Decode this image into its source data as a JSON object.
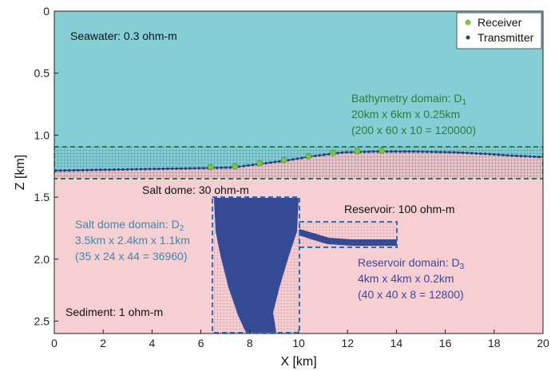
{
  "x_axis": {
    "label": "X [km]",
    "ticks": [
      "0",
      "2",
      "4",
      "6",
      "8",
      "10",
      "12",
      "14",
      "16",
      "18",
      "20"
    ],
    "range_km": [
      0,
      20
    ]
  },
  "z_axis": {
    "label": "Z [km]",
    "ticks": [
      "0",
      "0.5",
      "1.0",
      "1.5",
      "2.0",
      "2.5"
    ],
    "range_km": [
      0,
      2.6
    ]
  },
  "legend": [
    {
      "label": "Receiver",
      "color": "#7dc242"
    },
    {
      "label": "Transmitter",
      "color": "#1f3f7f"
    }
  ],
  "layers": {
    "seawater": "Seawater: 0.3 ohm-m",
    "salt_dome": "Salt dome: 30 ohm-m",
    "reservoir": "Reservoir: 100 ohm-m",
    "sediment": "Sediment: 1 ohm-m"
  },
  "bathymetry": {
    "title": "Bathymetry domain: D",
    "sub": "1",
    "size": "20km x 6km x 0.25km",
    "cells": "(200 x 60 x 10 = 120000)"
  },
  "salt_domain": {
    "title": "Salt dome domain: D",
    "sub": "2",
    "size": "3.5km x 2.4km x 1.1km",
    "cells": "(35 x 24 x 44 = 36960)"
  },
  "reservoir_domain": {
    "title": "Reservoir domain: D",
    "sub": "3",
    "size": "4km x 4km x 0.2km",
    "cells": "(40 x 40 x 8 = 12800)"
  },
  "colors": {
    "seawater": "#85ced6",
    "sediment": "#f6cfd2",
    "salt": "#2e4a9c",
    "bathy_text": "#2e7d32",
    "salt_text": "#3b8bb0",
    "res_text": "#3a47a8",
    "frame_dash": "#2f6fb5"
  },
  "receivers_x_km": [
    6.4,
    7.4,
    8.4,
    9.4,
    10.4,
    11.4,
    12.4,
    13.4
  ]
}
